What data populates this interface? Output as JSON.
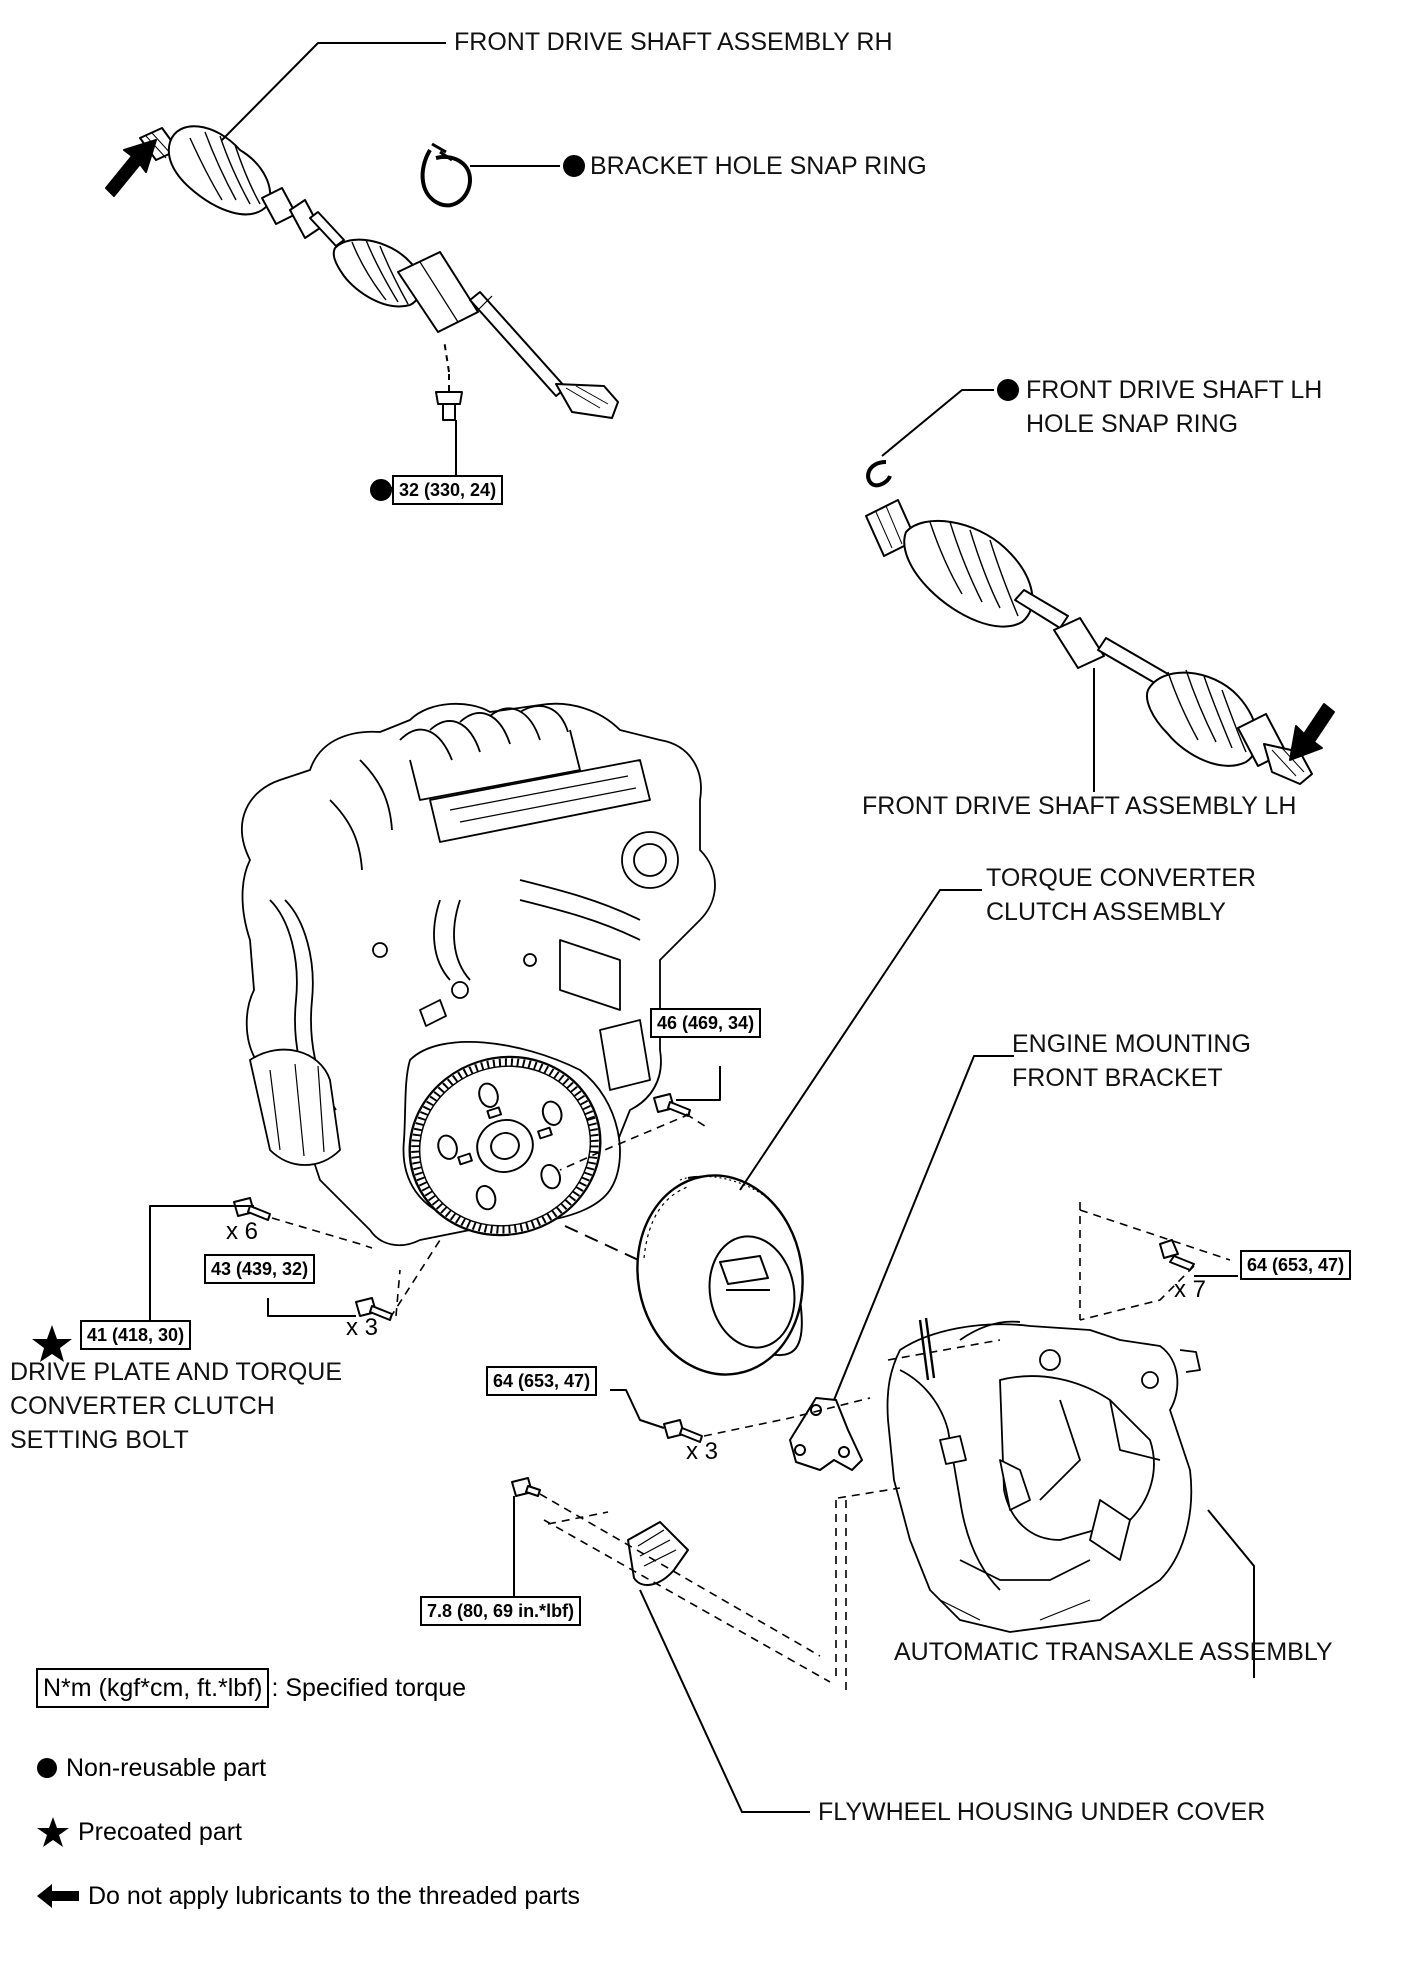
{
  "labels": {
    "rh_shaft": "FRONT DRIVE SHAFT ASSEMBLY RH",
    "bracket_snap_ring": "BRACKET HOLE SNAP RING",
    "lh_snap_ring_1": "FRONT DRIVE SHAFT LH",
    "lh_snap_ring_2": "HOLE SNAP RING",
    "lh_shaft": "FRONT DRIVE SHAFT ASSEMBLY LH",
    "torque_converter_1": "TORQUE CONVERTER",
    "torque_converter_2": "CLUTCH ASSEMBLY",
    "engine_mount_1": "ENGINE MOUNTING",
    "engine_mount_2": "FRONT BRACKET",
    "drive_plate_1": "DRIVE PLATE AND TORQUE",
    "drive_plate_2": "CONVERTER CLUTCH",
    "drive_plate_3": "SETTING BOLT",
    "transaxle": "AUTOMATIC TRANSAXLE ASSEMBLY",
    "flywheel_cover": "FLYWHEEL HOUSING UNDER COVER"
  },
  "torques": {
    "rh_bearing_bolt": "32 (330, 24)",
    "converter_housing_bolt": "46 (469, 34)",
    "engine_bolt_x3": "43 (439, 32)",
    "setting_bolt": "41 (418, 30)",
    "transaxle_x7": "64 (653, 47)",
    "mount_bracket_x3": "64 (653, 47)",
    "cover_bolt": "7.8 (80, 69 in.*lbf)"
  },
  "quantities": {
    "x6": "x 6",
    "x3_left": "x 3",
    "x7": "x 7",
    "x3_right": "x 3"
  },
  "legend": {
    "torque_box": "N*m (kgf*cm, ft.*lbf)",
    "torque_text": ": Specified torque",
    "non_reusable": "Non-reusable part",
    "precoated": "Precoated part",
    "no_lubricant": "Do not apply lubricants to the threaded parts"
  },
  "icons": {
    "non_reusable": "filled-circle-icon",
    "precoated": "star-icon",
    "no_lubricant": "left-arrow-icon"
  }
}
